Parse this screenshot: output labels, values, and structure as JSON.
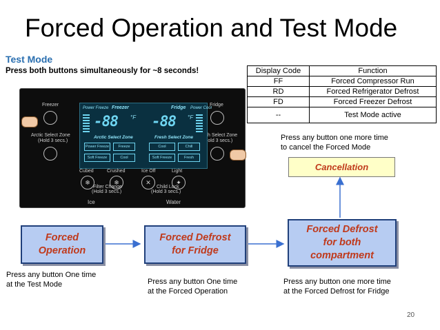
{
  "title": "Forced Operation and Test Mode",
  "subtitle": "Test Mode",
  "instruction": "Press both buttons simultaneously for ~8 seconds!",
  "table": {
    "headers": [
      "Display Code",
      "Function"
    ],
    "rows": [
      [
        "FF",
        "Forced Compressor Run"
      ],
      [
        "RD",
        "Forced Refrigerator Defrost"
      ],
      [
        "FD",
        "Forced Freezer Defrost"
      ],
      [
        "--",
        "Test Mode active"
      ]
    ]
  },
  "panel": {
    "freezer": "Freezer",
    "fridge": "Fridge",
    "arctic_zone": "Arctic Select Zone",
    "arctic_hold": "(Hold 3 secs.)",
    "fresh_zone": "Fresh Select Zone",
    "fresh_hold": "(Hold 3 secs.)",
    "lcd_freezer": "Freezer",
    "lcd_fridge": "Fridge",
    "lcd_power_freeze_small": "Power Freeze",
    "lcd_power_cool_small": "Power Cool",
    "digits_left": "-88",
    "digits_right": "-88",
    "unit": "°F",
    "arctic_select": "Arctic Select Zone",
    "fresh_select": "Fresh Select Zone",
    "btn_power_freeze": "Power Freeze",
    "btn_freeze": "Freeze",
    "btn_chill": "Chill",
    "btn_soft_freeze_l": "Soft Freeze",
    "btn_cool_l": "Cool",
    "btn_soft_freeze_r": "Soft Freeze",
    "btn_cool_r": "Cool",
    "btn_fresh": "Fresh",
    "cubed": "Cubed",
    "crushed": "Crushed",
    "ice_off": "Ice Off",
    "light": "Light",
    "filter_change": "Filter Change",
    "filter_hold": "(Hold 3 secs.)",
    "child_lock": "Child Lock",
    "child_hold": "(Hold 3 secs.)",
    "ice": "Ice",
    "water": "Water"
  },
  "flow": {
    "box1": [
      "Forced",
      "Operation"
    ],
    "box2": [
      "Forced Defrost",
      "for Fridge"
    ],
    "box3": [
      "Forced Defrost",
      "for both",
      "compartment"
    ],
    "cancellation": "Cancellation",
    "cap1": [
      "Press any button One time",
      "at the Test Mode"
    ],
    "cap2": [
      "Press any button One time",
      "at the Forced Operation"
    ],
    "cap3": [
      "Press any button one more time",
      "at the Forced Defrost for Fridge"
    ],
    "cap_cancel": [
      "Press any button one more time",
      "to cancel the Forced Mode"
    ]
  },
  "page_number": "20",
  "colors": {
    "accent": "#2a6fb0",
    "box_fill": "#b7ccf2",
    "box_text": "#c0391b",
    "cancel_fill": "#ffffc8",
    "arrow": "#3a6fd0"
  }
}
